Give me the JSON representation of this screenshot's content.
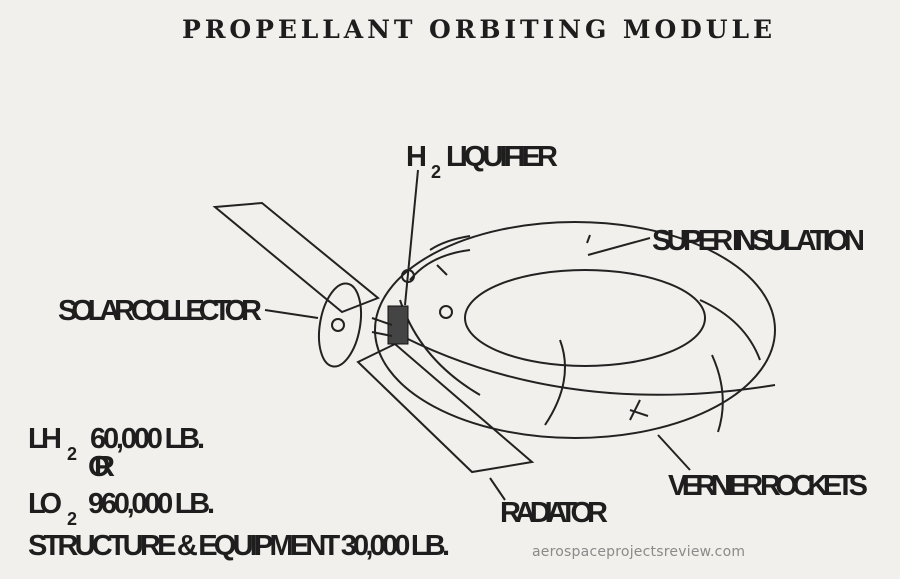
{
  "title": "PROPELLANT ORBITING MODULE",
  "labels": {
    "h2_liquifier": {
      "prefix": "H",
      "subscript": "2",
      "text": "LIQUIFIER"
    },
    "super_insulation": "SUPER INSULATION",
    "solar_collector": "SOLAR COLLECTOR",
    "radiator": "RADIATOR",
    "vernier_rockets": "VERNIER ROCKETS"
  },
  "specs": {
    "lh2": {
      "prefix": "LH",
      "subscript": "2",
      "value": "60,000 LB."
    },
    "or": "OR",
    "lo2": {
      "prefix": "LO",
      "subscript": "2",
      "value": "960,000 LB."
    },
    "structure": "STRUCTURE & EQUIPMENT 30,000 LB."
  },
  "watermark": "aerospaceprojectsreview.com"
}
